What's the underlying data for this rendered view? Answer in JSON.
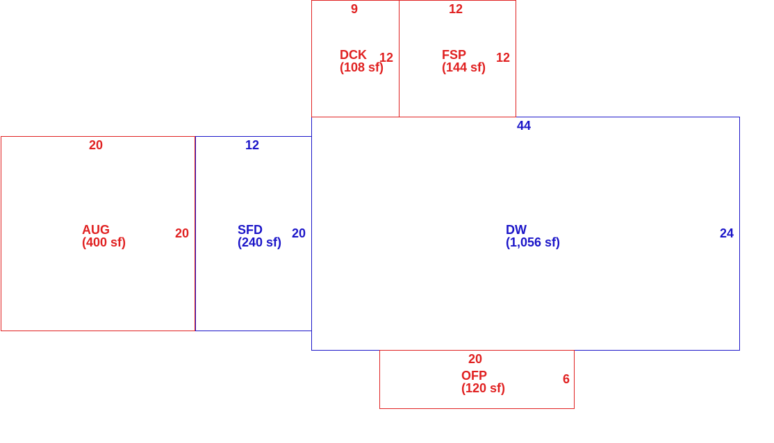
{
  "colors": {
    "red": "#e02020",
    "blue": "#1a14c8"
  },
  "areas": [
    {
      "id": "aug",
      "code": "AUG",
      "area": "(400 sf)",
      "color": "red",
      "top_dim": "20",
      "side_dim": "20"
    },
    {
      "id": "sfd",
      "code": "SFD",
      "area": "(240 sf)",
      "color": "blue",
      "top_dim": "12",
      "side_dim": "20"
    },
    {
      "id": "dw",
      "code": "DW",
      "area": "(1,056 sf)",
      "color": "blue",
      "top_dim": "44",
      "side_dim": "24"
    },
    {
      "id": "dck",
      "code": "DCK",
      "area": "(108 sf)",
      "color": "red",
      "top_dim": "9",
      "side_dim": "12"
    },
    {
      "id": "fsp",
      "code": "FSP",
      "area": "(144 sf)",
      "color": "red",
      "top_dim": "12",
      "side_dim": "12"
    },
    {
      "id": "ofp",
      "code": "OFP",
      "area": "(120 sf)",
      "color": "red",
      "top_dim": "20",
      "side_dim": "6"
    }
  ]
}
